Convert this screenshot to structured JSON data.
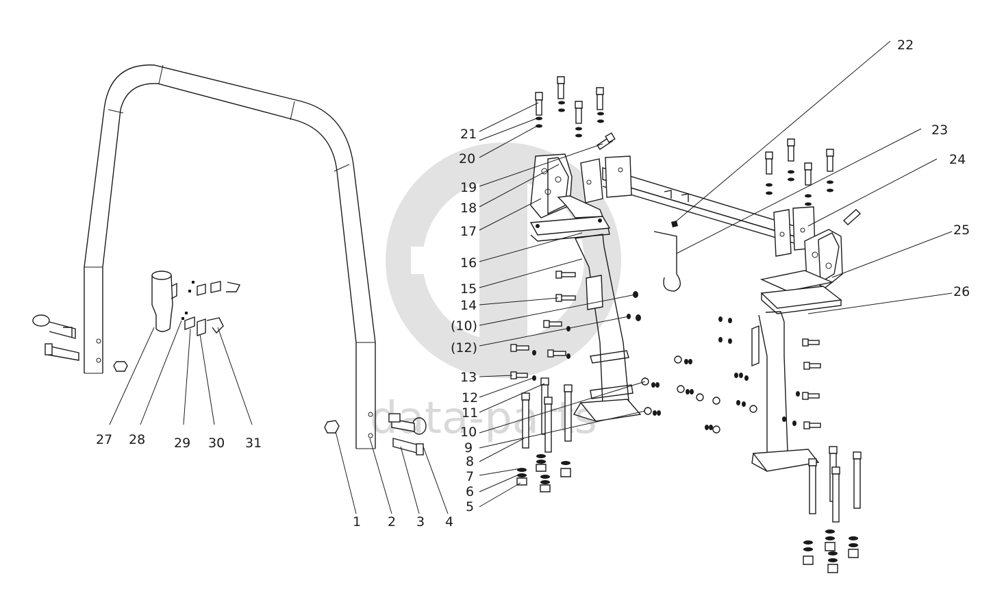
{
  "watermark": {
    "text": "data-parts",
    "color": "#d9d9d9"
  },
  "labels": {
    "l1": "1",
    "l2": "2",
    "l3": "3",
    "l4": "4",
    "l5": "5",
    "l6": "6",
    "l7": "7",
    "l8": "8",
    "l9": "9",
    "l10": "10",
    "l11": "11",
    "l12": "12",
    "l13": "13",
    "l14": "14",
    "l15": "15",
    "l16": "16",
    "l17": "17",
    "l18": "18",
    "l19": "19",
    "l20": "20",
    "l21": "21",
    "l22": "22",
    "l23": "23",
    "l24": "24",
    "l25": "25",
    "l26": "26",
    "l27": "27",
    "l28": "28",
    "l29": "29",
    "l30": "30",
    "l31": "31",
    "l10b": "(10)",
    "l12b": "(12)"
  }
}
